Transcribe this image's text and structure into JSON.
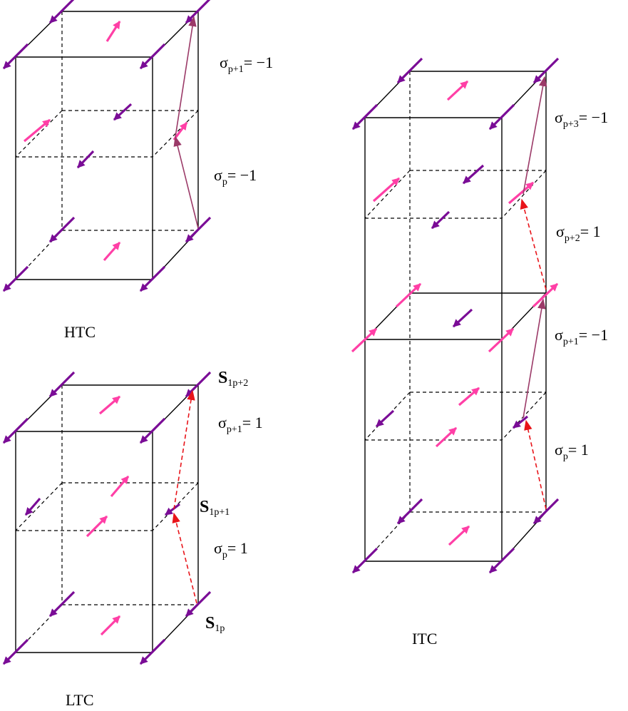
{
  "colors": {
    "spin_purple": "#7a0c96",
    "spin_pink": "#ff3fa6",
    "link_mauve": "#9b3a68",
    "link_red": "#e8141a",
    "edge": "#000000"
  },
  "panels": {
    "htc": {
      "caption": "HTC",
      "sigma_upper": {
        "base": "σ",
        "sub": "p+1",
        "rest": "= −1"
      },
      "sigma_lower": {
        "base": "σ",
        "sub": "p",
        "rest": "= −1"
      }
    },
    "ltc": {
      "caption": "LTC",
      "sigma_upper": {
        "base": "σ",
        "sub": "p+1",
        "rest": "= 1"
      },
      "sigma_lower": {
        "base": "σ",
        "sub": "p",
        "rest": "= 1"
      },
      "spin_top": {
        "base": "S",
        "sub": "1p+2"
      },
      "spin_mid": {
        "base": "S",
        "sub": "1p+1"
      },
      "spin_bot": {
        "base": "S",
        "sub": "1p"
      }
    },
    "itc": {
      "caption": "ITC",
      "sigma_p3": {
        "base": "σ",
        "sub": "p+3",
        "rest": "= −1"
      },
      "sigma_p2": {
        "base": "σ",
        "sub": "p+2",
        "rest": "= 1"
      },
      "sigma_p1": {
        "base": "σ",
        "sub": "p+1",
        "rest": "= −1"
      },
      "sigma_p": {
        "base": "σ",
        "sub": "p",
        "rest": "= 1"
      }
    }
  }
}
